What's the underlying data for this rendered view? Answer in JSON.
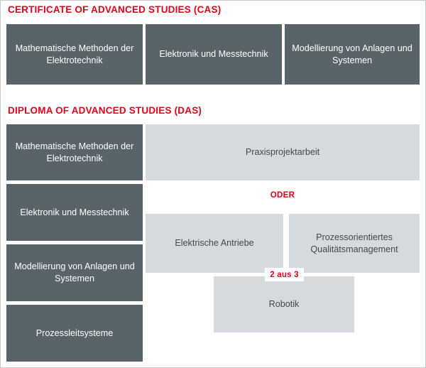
{
  "diagram": {
    "title_cas": "CERTIFICATE OF ADVANCED STUDIES (CAS)",
    "title_das": "DIPLOMA OF ADVANCED STUDIES (DAS)",
    "or_label": "ODER",
    "badge_label": "2 aus 3",
    "colors": {
      "accent_red": "#e2001a",
      "module_dark": "#58646a",
      "module_light": "#d4dade",
      "frame_border": "#c3cacd",
      "background": "#ffffff",
      "dark_text": "#ffffff",
      "light_text": "#41484d"
    },
    "cas_modules": [
      {
        "label": "Mathematische Methoden der Elektrotechnik"
      },
      {
        "label": "Elektronik und Messtechnik"
      },
      {
        "label": "Modellierung von Anlagen und Systemen"
      }
    ],
    "das_required_modules": [
      {
        "label": "Mathematische Methoden der Elektrotechnik"
      },
      {
        "label": "Elektronik und Messtechnik"
      },
      {
        "label": "Modellierung von Anlagen und Systemen"
      },
      {
        "label": "Prozessleitsysteme"
      }
    ],
    "das_project": {
      "label": "Praxisprojektarbeit"
    },
    "das_elective_modules": [
      {
        "label": "Elektrische Antriebe"
      },
      {
        "label": "Prozessorientiertes Qualitätsmanagement"
      },
      {
        "label": "Robotik"
      }
    ]
  }
}
